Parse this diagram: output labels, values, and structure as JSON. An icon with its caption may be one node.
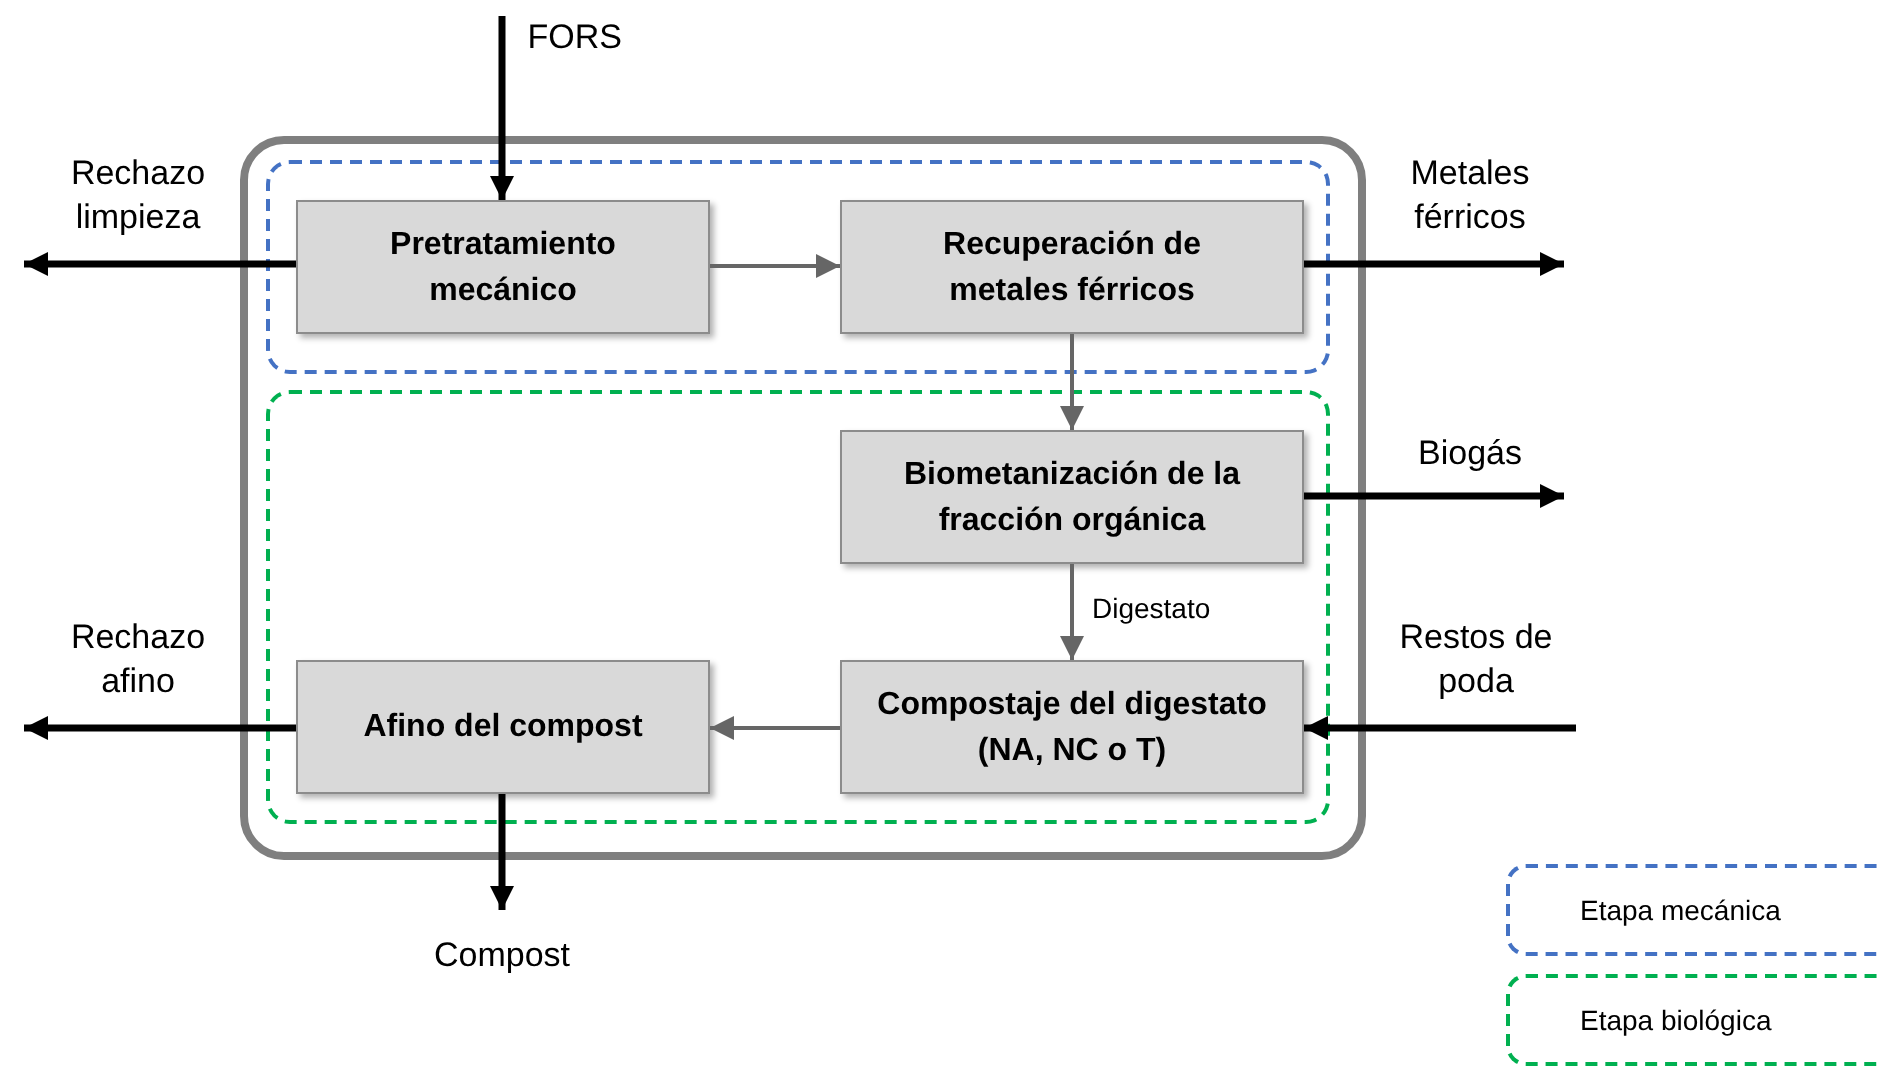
{
  "diagram": {
    "nodes": [
      {
        "text": [],
        "shape": "box"
      },
      {
        "text": [],
        "shape": "box",
        "in": 0
      },
      {
        "text": [
          "Pretratamiento mecánico"
        ],
        "in": 1
      },
      {
        "text": [
          "Recuperación de metales férricos"
        ],
        "in": 1
      },
      {
        "text": [],
        "shape": "box",
        "in": 0
      },
      {
        "text": [
          "Biometanización de la fracción orgánica"
        ],
        "in": 4
      },
      {
        "text": [
          "Compostaje del digestato (NA, NC o T)"
        ],
        "in": 4
      },
      {
        "text": [
          "Afino del compost"
        ],
        "in": 4
      },
      {
        "text": [
          "FORS"
        ]
      },
      {
        "text": [
          "Rechazo limpieza"
        ]
      },
      {
        "text": [
          "Metales férricos"
        ]
      },
      {
        "text": [
          "Biogás"
        ]
      },
      {
        "text": [
          "Restos de poda"
        ]
      },
      {
        "text": [
          "Rechazo afino"
        ]
      },
      {
        "text": [
          "Compost"
        ]
      }
    ],
    "edges": [
      {
        "from": 8,
        "to": 2,
        "arrow": "to"
      },
      {
        "from": 2,
        "to": 9,
        "arrow": "to"
      },
      {
        "from": 2,
        "to": 3,
        "arrow": "to",
        "color": "#666666"
      },
      {
        "from": 3,
        "to": 10,
        "arrow": "to"
      },
      {
        "from": 3,
        "to": 5,
        "arrow": "to",
        "color": "#666666"
      },
      {
        "from": 5,
        "to": 11,
        "arrow": "to"
      },
      {
        "from": 5,
        "to": 6,
        "arrow": "to",
        "color": "#666666",
        "label": "Digestato"
      },
      {
        "from": 12,
        "to": 6,
        "arrow": "to"
      },
      {
        "from": 6,
        "to": 7,
        "arrow": "to",
        "color": "#666666"
      },
      {
        "from": 7,
        "to": 13,
        "arrow": "to"
      },
      {
        "from": 7,
        "to": 14,
        "arrow": "to"
      }
    ],
    "legend": [
      {
        "text": "Etapa mecánica"
      },
      {
        "text": "Etapa biológica"
      }
    ]
  }
}
